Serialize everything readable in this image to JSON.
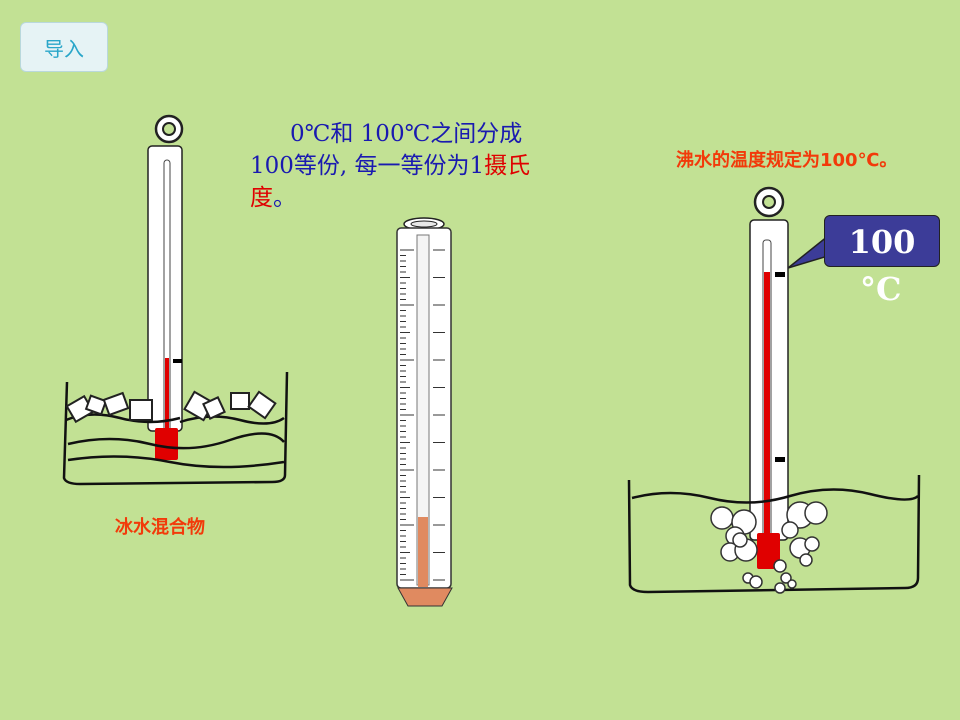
{
  "nav": {
    "intro_label": "导入"
  },
  "description": {
    "line1": "0℃和  100℃之间分成",
    "line2_blue": "100等份, 每一等份为1",
    "line2_red": "摄氏",
    "line3_red": "度",
    "line3_blue": "。"
  },
  "left_label": "冰水混合物",
  "right_label": "沸水的温度规定为100℃。",
  "callout": {
    "value": "100",
    "unit": "°C"
  },
  "colors": {
    "background": "#c2e194",
    "mercury": "#e00000",
    "callout_bg": "#3c3c98",
    "label": "#f23a0a"
  }
}
